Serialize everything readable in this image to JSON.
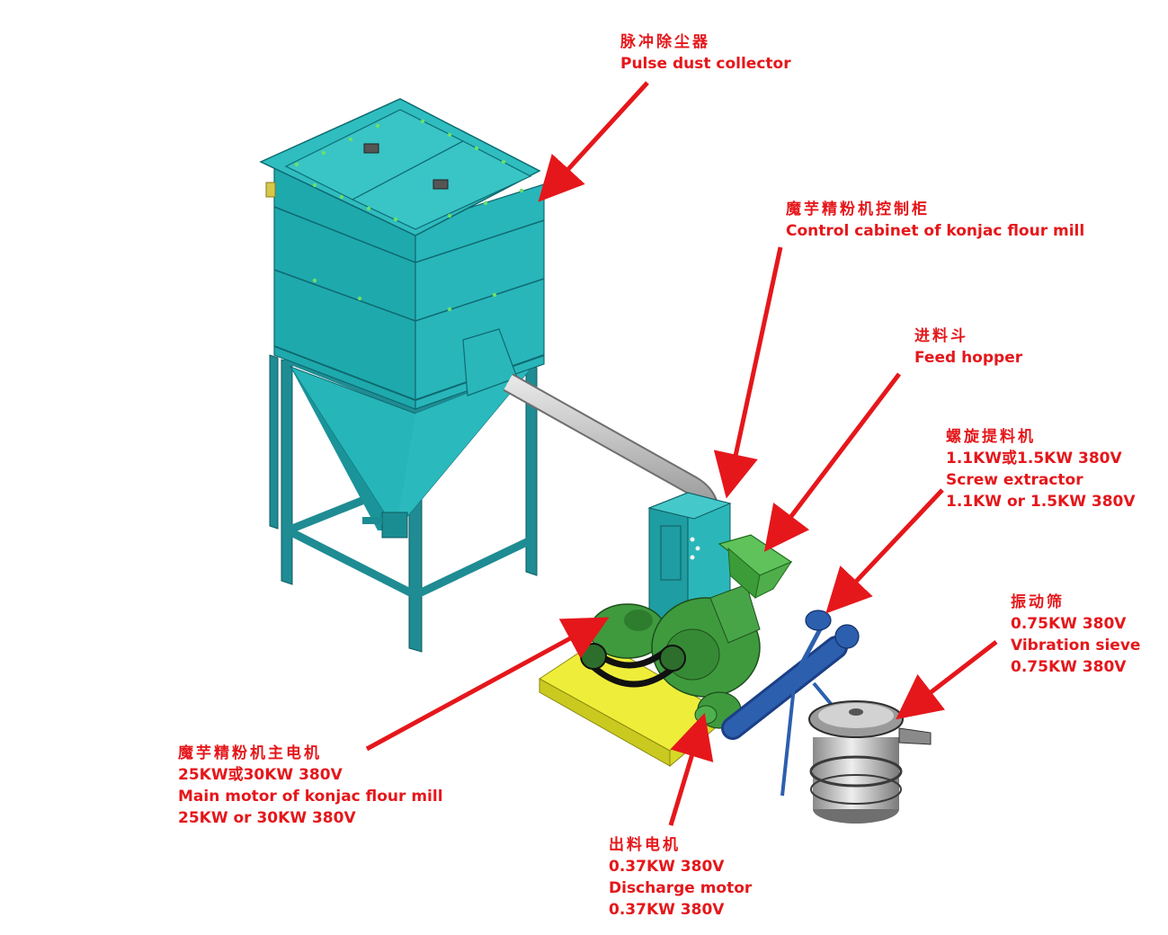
{
  "colors": {
    "label": "#e5171b",
    "teal": "#1aa1a6",
    "green": "#3f9a3e",
    "yellow": "#e8e83a",
    "blue": "#2c5fae",
    "steel": "#b9b9b9"
  },
  "callouts": {
    "dust_collector": {
      "cn": "脉冲除尘器",
      "en": "Pulse dust collector"
    },
    "control_cabinet": {
      "cn": "魔芋精粉机控制柜",
      "en": "Control cabinet of konjac flour mill"
    },
    "feed_hopper": {
      "cn": "进料斗",
      "en": "Feed hopper"
    },
    "screw_extractor": {
      "cn": "螺旋提料机",
      "spec_cn": "1.1KW或1.5KW 380V",
      "en": "Screw extractor",
      "spec_en": "1.1KW or 1.5KW 380V"
    },
    "vibration_sieve": {
      "cn": "振动筛",
      "spec_cn": "0.75KW 380V",
      "en": "Vibration sieve",
      "spec_en": "0.75KW 380V"
    },
    "main_motor": {
      "cn": "魔芋精粉机主电机",
      "spec_cn": "25KW或30KW 380V",
      "en": "Main motor of konjac flour mill",
      "spec_en": "25KW or 30KW 380V"
    },
    "discharge_motor": {
      "cn": "出料电机",
      "spec_cn": "0.37KW 380V",
      "en": "Discharge motor",
      "spec_en": "0.37KW 380V"
    }
  }
}
